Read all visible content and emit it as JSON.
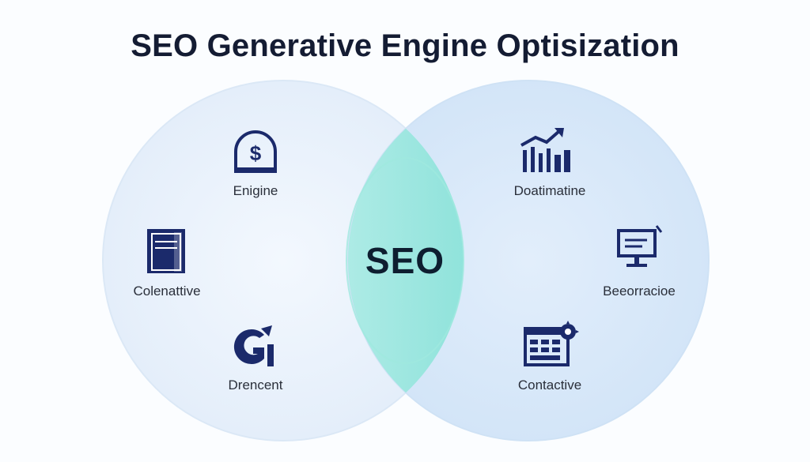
{
  "title": "SEO Generative Engine Optisization",
  "center": {
    "label": "SEO"
  },
  "left_circle": {
    "items": [
      {
        "label": "Enigine",
        "icon": "dollar-dome-icon"
      },
      {
        "label": "Colenattive",
        "icon": "document-icon"
      },
      {
        "label": "Drencent",
        "icon": "g-logo-icon"
      }
    ]
  },
  "right_circle": {
    "items": [
      {
        "label": "Doatimatine",
        "icon": "bar-chart-arrow-icon"
      },
      {
        "label": "Beeorracioe",
        "icon": "monitor-icon"
      },
      {
        "label": "Contactive",
        "icon": "calendar-gear-icon"
      }
    ]
  },
  "colors": {
    "left_circle_fill": "#e6f0fb",
    "right_circle_fill": "#d6e8fa",
    "overlap_fill": "#7fe3d8",
    "icon_color": "#1b2a6b",
    "title_color": "#141c33"
  }
}
